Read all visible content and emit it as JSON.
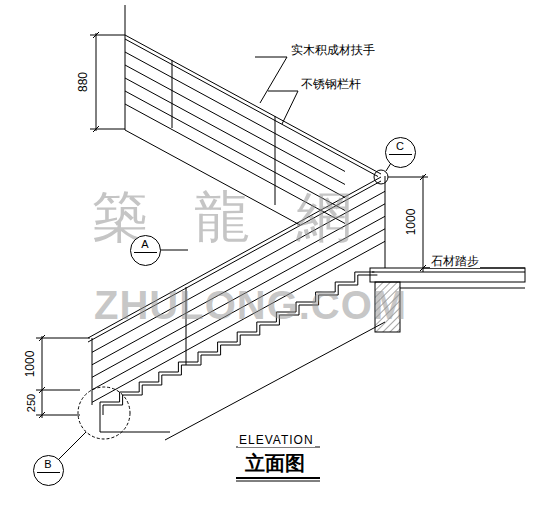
{
  "diagram": {
    "title": "立面图",
    "nodes": [
      {
        "text": [
          "C"
        ]
      },
      {
        "text": [
          "A"
        ]
      },
      {
        "text": [
          "B"
        ]
      }
    ],
    "labels": [
      "880",
      "实木积成材扶手",
      "不锈钢栏杆",
      "1000",
      "石材踏步",
      "1000",
      "250",
      "ELEVATION",
      "築龍網",
      "ZHULONG.COM"
    ]
  }
}
